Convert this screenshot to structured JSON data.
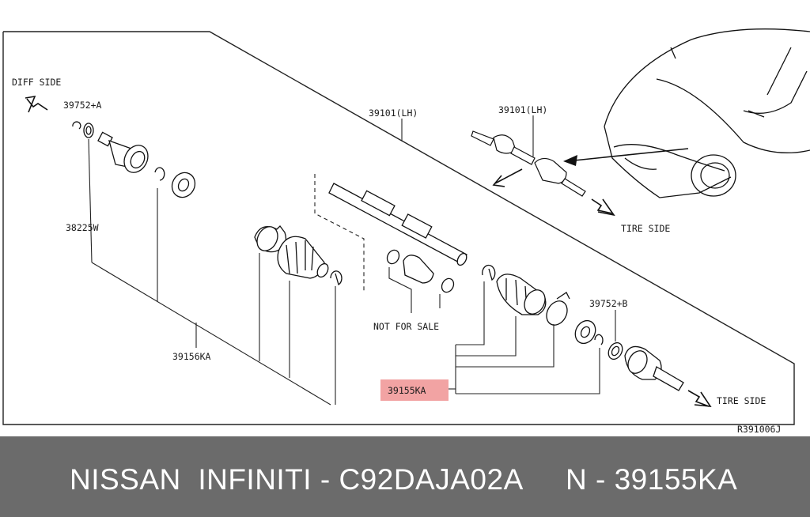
{
  "diagram": {
    "direction_labels": {
      "diff_side": "DIFF SIDE",
      "tire_side_top": "TIRE SIDE",
      "tire_side_bottom": "TIRE SIDE"
    },
    "part_labels": {
      "p39752a": "39752+A",
      "p38225w": "38225W",
      "p39156ka": "39156KA",
      "p39101_main": "39101(LH)",
      "p39101_inset": "39101(LH)",
      "not_for_sale": "NOT FOR SALE",
      "p39752b": "39752+B",
      "p39155ka": "39155KA"
    },
    "highlight_color": "#f2a3a3",
    "reference_code": "R391006J"
  },
  "footer": {
    "brand": "NISSAN  INFINITI - C92DAJA02A",
    "part": "N - 39155KA"
  }
}
